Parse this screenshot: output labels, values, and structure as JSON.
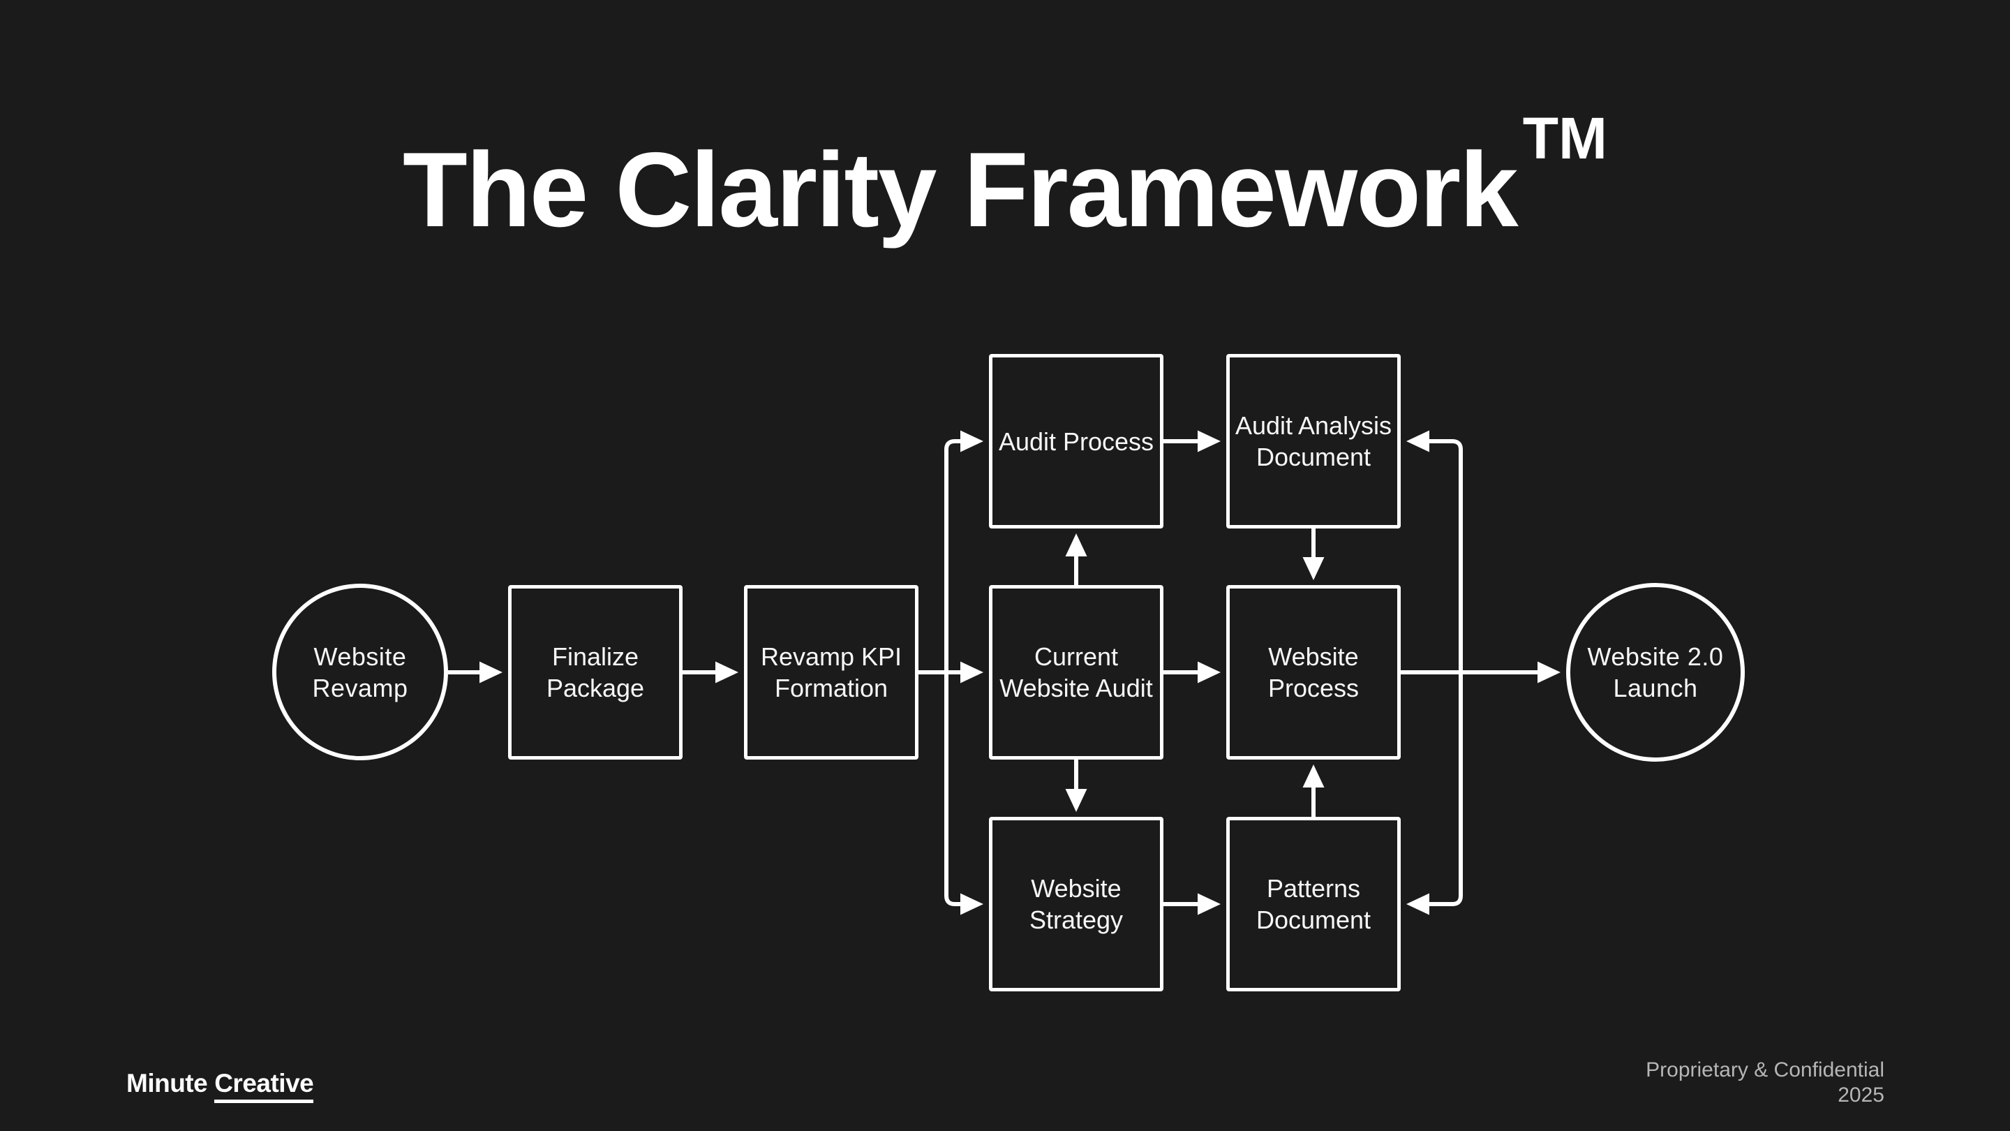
{
  "title": {
    "text": "The Clarity Framework",
    "trademark": "TM"
  },
  "diagram": {
    "nodes": {
      "website_revamp": {
        "label": "Website Revamp",
        "shape": "circle"
      },
      "finalize_package": {
        "label": "Finalize Package",
        "shape": "rect"
      },
      "revamp_kpi_formation": {
        "label": "Revamp KPI Formation",
        "shape": "rect"
      },
      "audit_process": {
        "label": "Audit Process",
        "shape": "rect"
      },
      "audit_analysis_document": {
        "label": "Audit Analysis Document",
        "shape": "rect"
      },
      "current_website_audit": {
        "label": "Current Website Audit",
        "shape": "rect"
      },
      "website_process": {
        "label": "Website Process",
        "shape": "rect"
      },
      "website_strategy": {
        "label": "Website Strategy",
        "shape": "rect"
      },
      "patterns_document": {
        "label": "Patterns Document",
        "shape": "rect"
      },
      "website_20_launch": {
        "label": "Website 2.0 Launch",
        "shape": "circle"
      }
    },
    "flow": [
      "Website Revamp -> Finalize Package",
      "Finalize Package -> Revamp KPI Formation",
      "Revamp KPI Formation -> Audit Process",
      "Revamp KPI Formation -> Current Website Audit",
      "Revamp KPI Formation -> Website Strategy",
      "Audit Process -> Audit Analysis Document",
      "Current Website Audit -> Audit Process",
      "Current Website Audit -> Website Process",
      "Current Website Audit -> Website Strategy",
      "Audit Analysis Document -> Website Process",
      "Website Strategy -> Patterns Document",
      "Patterns Document -> Website Process",
      "Website Process -> Website 2.0 Launch",
      "Website Process -> Audit Analysis Document",
      "Website Process -> Patterns Document"
    ],
    "colors": {
      "background": "#1b1b1b",
      "stroke": "#ffffff",
      "label": "#f7f7f7"
    }
  },
  "footer": {
    "brand_first": "Minute",
    "brand_second": "Creative",
    "confidential_line": "Proprietary & Confidential",
    "year": "2025",
    "muted_color": "#b6b6b6"
  }
}
